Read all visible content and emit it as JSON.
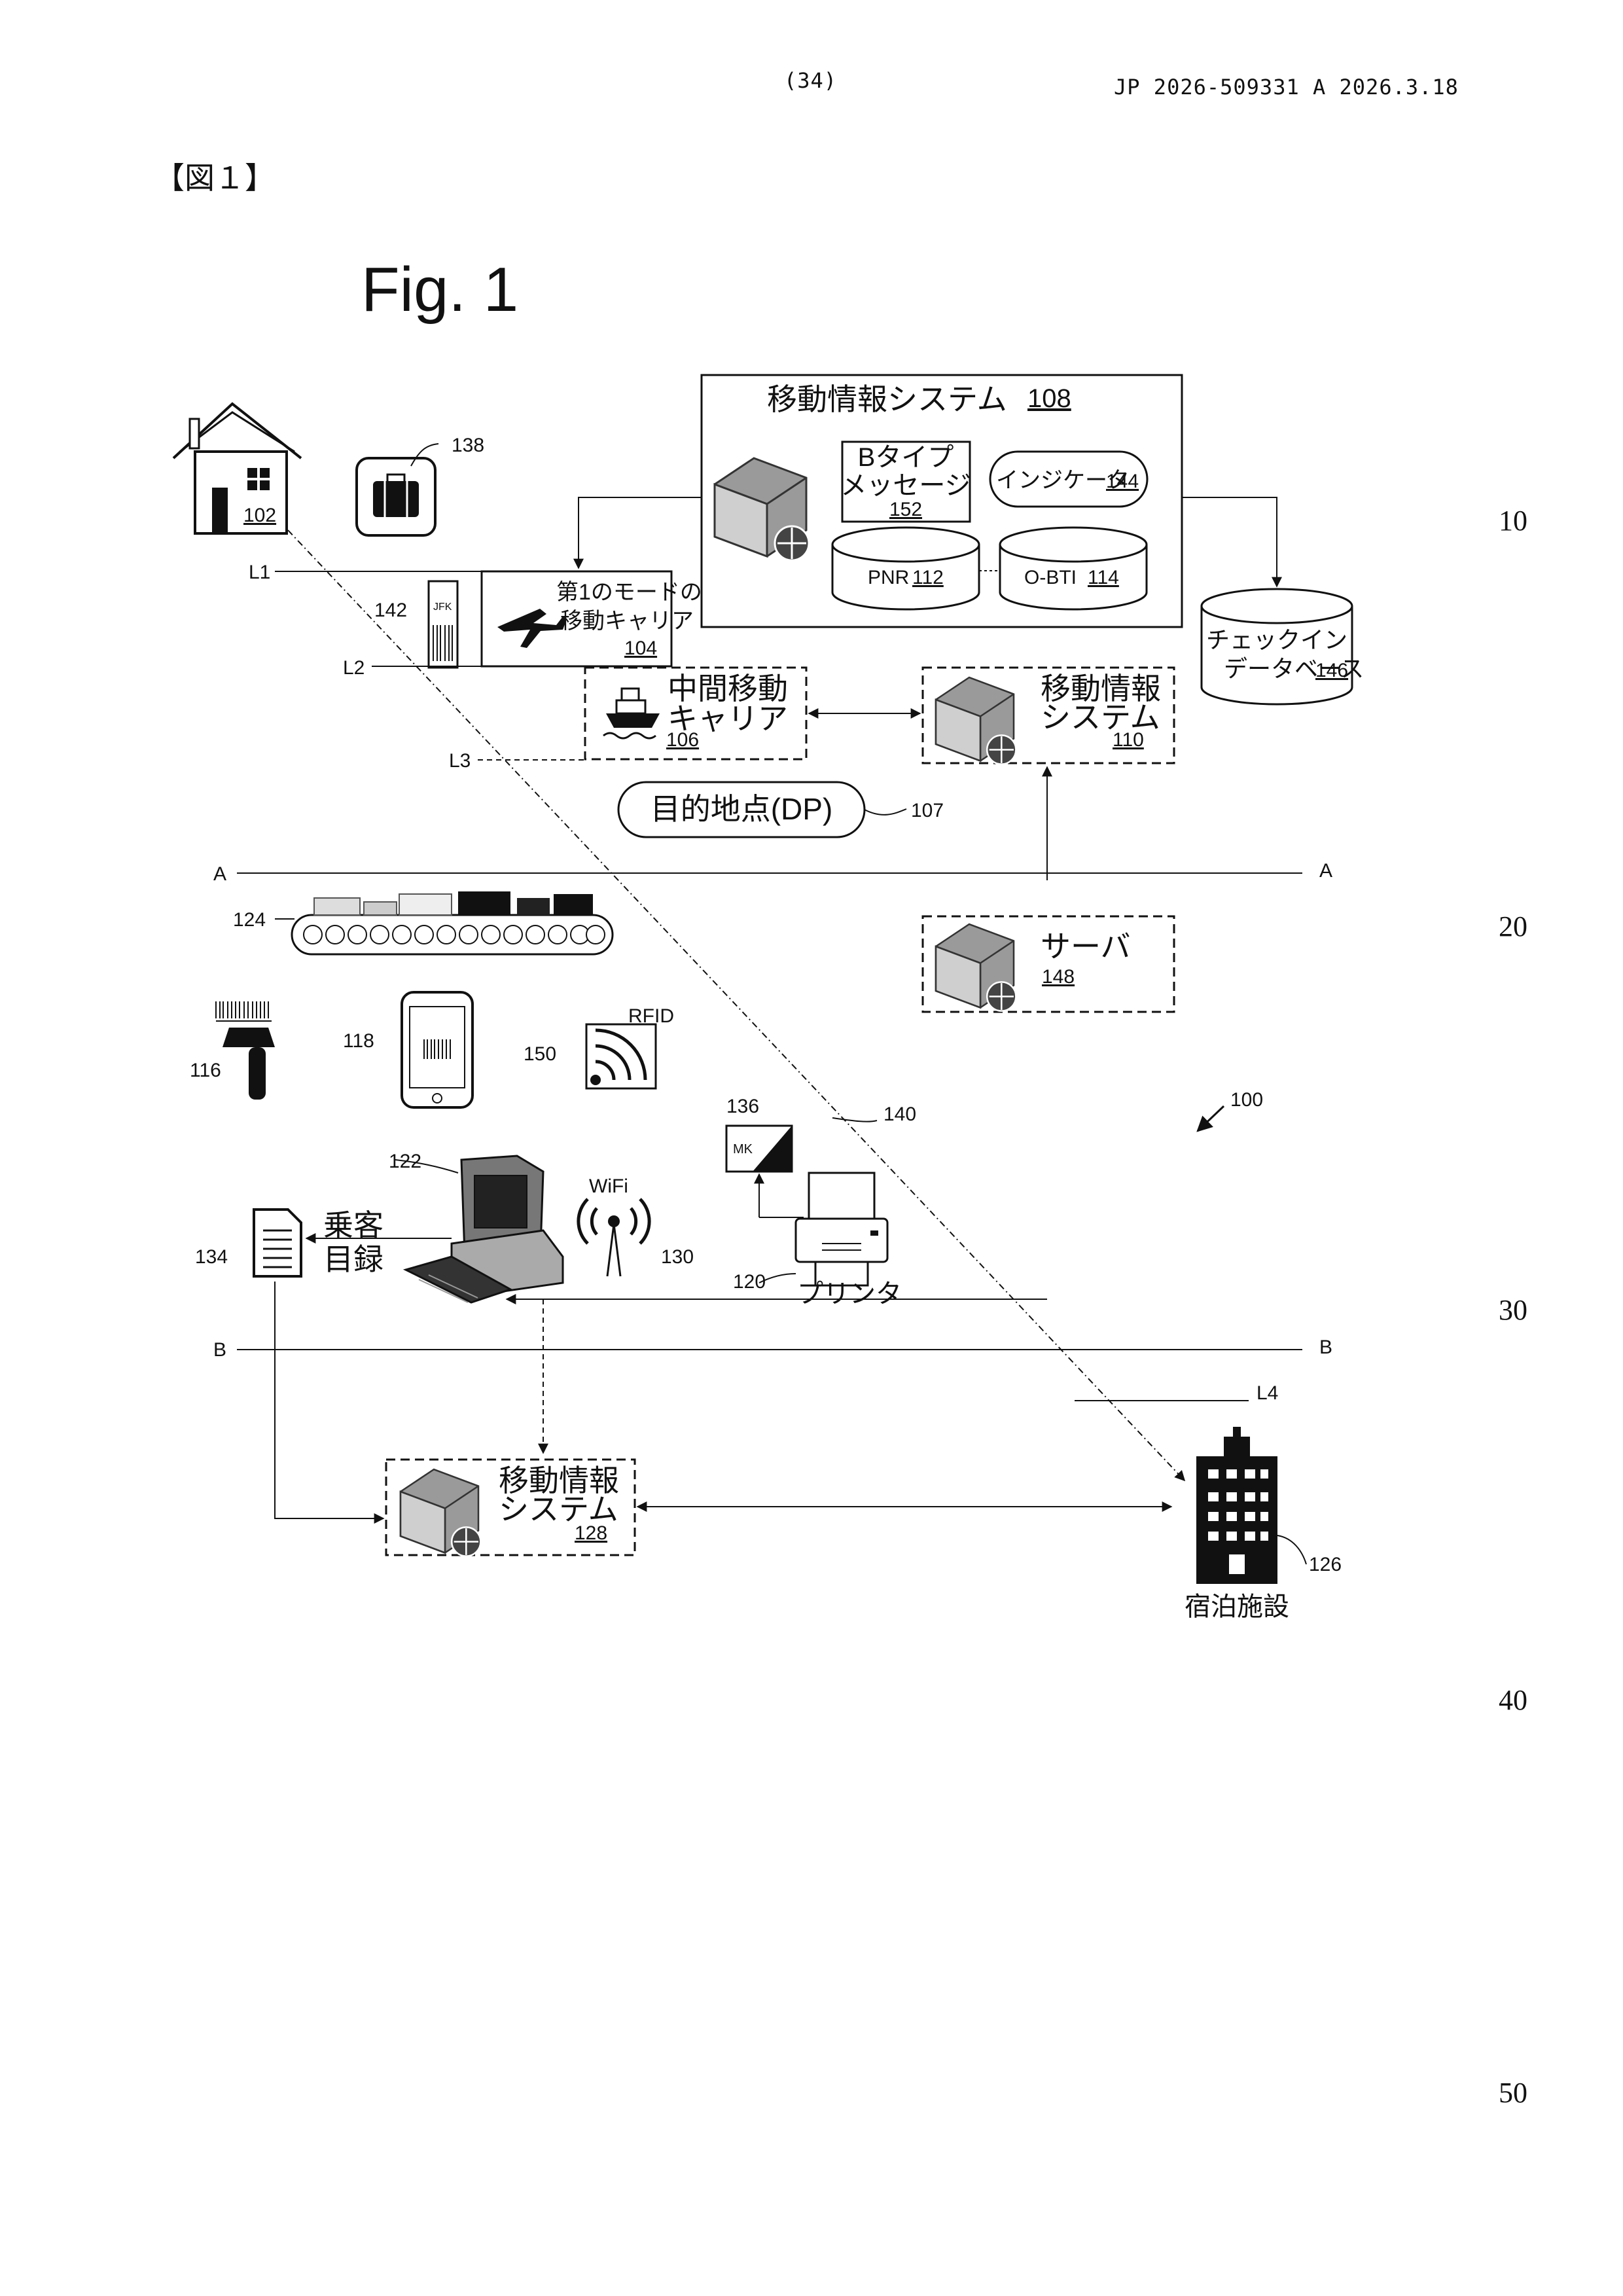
{
  "header": {
    "page_no": "(34)",
    "pub": "JP  2026-509331  A  2026.3.18",
    "bracket_label": "【図１】"
  },
  "figure_title": "Fig. 1",
  "line_numbers": [
    "10",
    "20",
    "30",
    "40",
    "50"
  ],
  "diagram": {
    "travel_system_main": {
      "label": "移動情報システム",
      "ref": "108"
    },
    "btype": {
      "line1": "Bタイプ",
      "line2": "メッセージ",
      "ref": "152"
    },
    "indicator": {
      "label": "インジケータ",
      "ref": "144"
    },
    "pnr": {
      "label": "PNR",
      "ref": "112"
    },
    "obti": {
      "label": "O-BTI",
      "ref": "114"
    },
    "checkin_db": {
      "line1": "チェックイン",
      "line2": "データベース",
      "ref": "146"
    },
    "carrier1": {
      "line1": "第1のモードの",
      "line2": "移動キャリア",
      "ref": "104"
    },
    "intermediate": {
      "line1": "中間移動",
      "line2": "キャリア",
      "ref": "106"
    },
    "travel_system_110": {
      "line1": "移動情報",
      "line2": "システム",
      "ref": "110"
    },
    "destination": {
      "label": "目的地点(DP)",
      "ref": "107"
    },
    "server": {
      "label": "サーバ",
      "ref": "148"
    },
    "manifest": {
      "line1": "乗客",
      "line2": "目録"
    },
    "printer": {
      "label": "プリンタ",
      "ref": "120"
    },
    "travel_system_128": {
      "line1": "移動情報",
      "line2": "システム",
      "ref": "128"
    },
    "lodging": {
      "label": "宿泊施設",
      "ref": "126"
    },
    "home_ref": "102",
    "luggage_ref": "138",
    "tag_ref": "142",
    "tag_text": "JFK",
    "conveyor_ref": "124",
    "scanner_ref": "116",
    "phone_ref": "118",
    "rfid_ref": "150",
    "rfid_text": "RFID",
    "mk_ref": "136",
    "mk_text": "MK",
    "path_ref": "140",
    "system_ref": "100",
    "computer_ref": "122",
    "manifest_ref": "134",
    "wifi_ref": "130",
    "wifi_text": "WiFi",
    "line_labels": {
      "l1": "L1",
      "l2": "L2",
      "l3": "L3",
      "l4": "L4",
      "a": "A",
      "b": "B"
    }
  }
}
